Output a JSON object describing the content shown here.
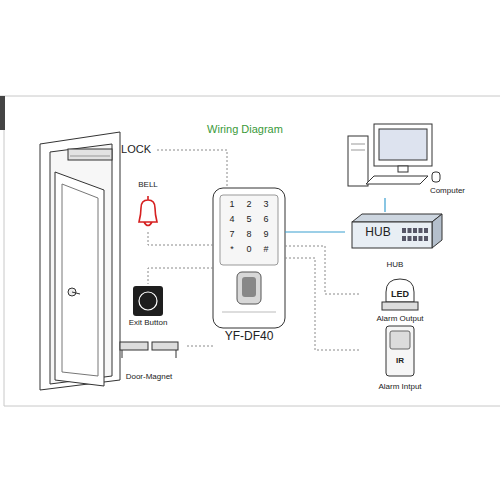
{
  "diagram": {
    "title": "Wiring Diagram",
    "nodes": [
      {
        "text": [
          "LOCK"
        ]
      },
      {
        "text": [
          "BELL"
        ]
      },
      {
        "text": [
          "Exit Button"
        ]
      },
      {
        "text": [
          "Door-Magnet"
        ]
      },
      {
        "text": [
          "YF-DF40"
        ]
      },
      {
        "text": [
          "Computer"
        ]
      },
      {
        "text": [
          "HUB",
          "HUB"
        ]
      },
      {
        "text": [
          "LED",
          "Alarm Output"
        ]
      },
      {
        "text": [
          "IR",
          "Alarm Intput"
        ]
      }
    ],
    "edges": [
      {
        "from": 4,
        "to": 0,
        "arrow": "none"
      },
      {
        "from": 4,
        "to": 1,
        "arrow": "none"
      },
      {
        "from": 4,
        "to": 2,
        "arrow": "none"
      },
      {
        "from": 4,
        "to": 3,
        "arrow": "none"
      },
      {
        "from": 4,
        "to": 6,
        "arrow": "none"
      },
      {
        "from": 6,
        "to": 5,
        "arrow": "none"
      },
      {
        "from": 4,
        "to": 7,
        "arrow": "none"
      },
      {
        "from": 4,
        "to": 8,
        "arrow": "none"
      }
    ],
    "labels": [
      "1",
      "2",
      "3",
      "4",
      "5",
      "6",
      "7",
      "8",
      "9",
      "*",
      "0",
      "#"
    ]
  }
}
